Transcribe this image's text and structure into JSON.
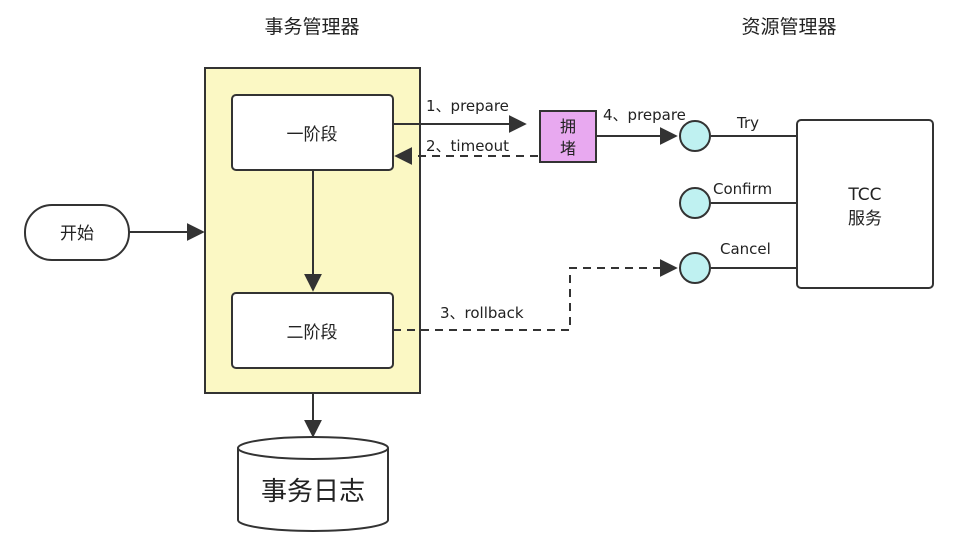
{
  "headers": {
    "transaction_manager": "事务管理器",
    "resource_manager": "资源管理器"
  },
  "start": {
    "label": "开始"
  },
  "phases": {
    "phase1": "一阶段",
    "phase2": "二阶段"
  },
  "block_box": {
    "line1": "拥",
    "line2": "堵"
  },
  "edges": {
    "prepare1": "1、prepare",
    "timeout2": "2、timeout",
    "prepare4": "4、prepare",
    "rollback3": "3、rollback"
  },
  "ports": {
    "try": "Try",
    "confirm": "Confirm",
    "cancel": "Cancel"
  },
  "tcc_service": {
    "line1": "TCC",
    "line2": "服务"
  },
  "transaction_log": {
    "label": "事务日志"
  },
  "colors": {
    "container_fill": "#fbf8c4",
    "block_fill": "#e8a9f0",
    "port_fill": "#bff1f1",
    "stroke": "#333333"
  }
}
